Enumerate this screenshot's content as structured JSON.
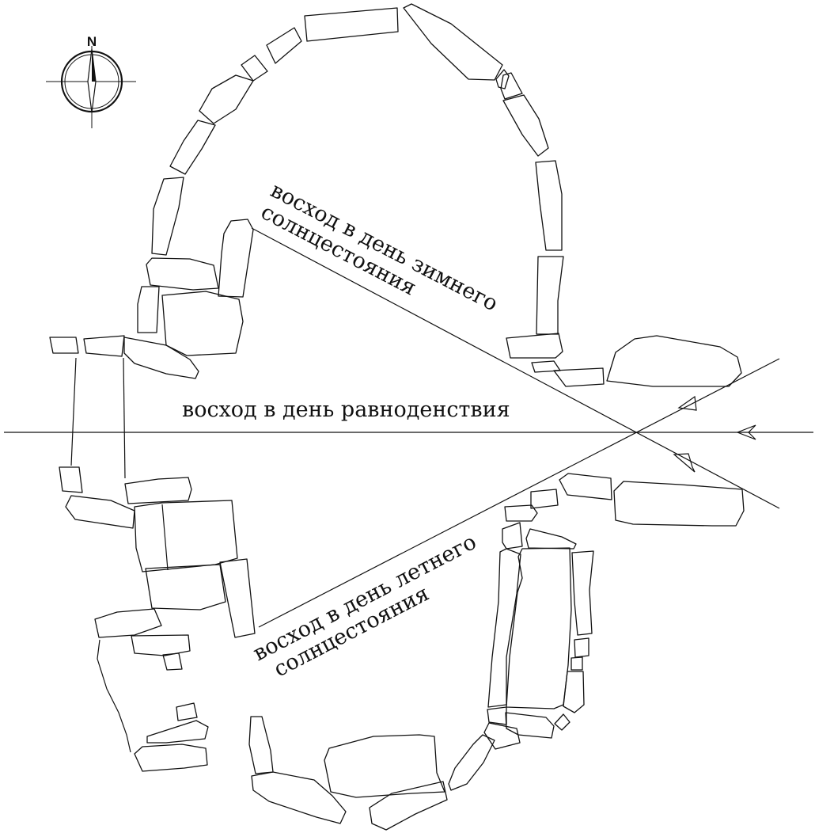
{
  "diagram": {
    "type": "archaeological-plan",
    "compass": {
      "north_label": "N"
    },
    "labels": {
      "equinox": "восход в день равноденствия",
      "winter_line1": "восход в день зимнего",
      "winter_line2": "солнцестояния",
      "summer_line1": "восход в день летнего",
      "summer_line2": "солнцестояния"
    }
  }
}
